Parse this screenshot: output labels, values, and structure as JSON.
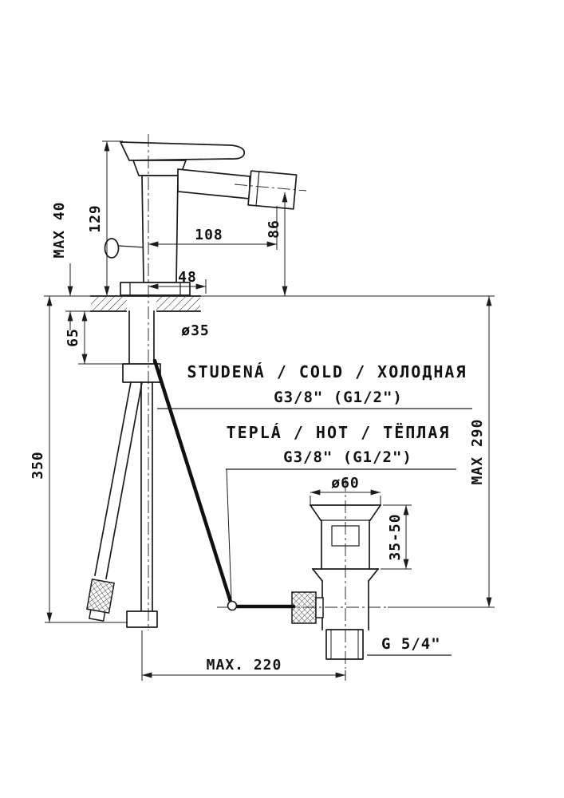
{
  "title": "Bidet mixer tap installation drawing",
  "colors": {
    "line": "#1c1c1c",
    "background": "#ffffff"
  },
  "dimensions": {
    "height_129": "129",
    "max_40": "MAX 40",
    "width_108": "108",
    "height_86": "86",
    "width_48": "48",
    "dia_35": "ø35",
    "height_65": "65",
    "height_350": "350",
    "max_290": "MAX 290",
    "dia_60": "ø60",
    "range_35_50": "35-50",
    "max_220": "MAX. 220",
    "thread_g54": "G 5/4\""
  },
  "supply": {
    "cold": "STUDENÁ / COLD / ХОЛОДНАЯ",
    "cold_thread": "G3/8\" (G1/2\")",
    "hot": "TEPLÁ / HOT / ТЁПЛАЯ",
    "hot_thread": "G3/8\" (G1/2\")"
  }
}
